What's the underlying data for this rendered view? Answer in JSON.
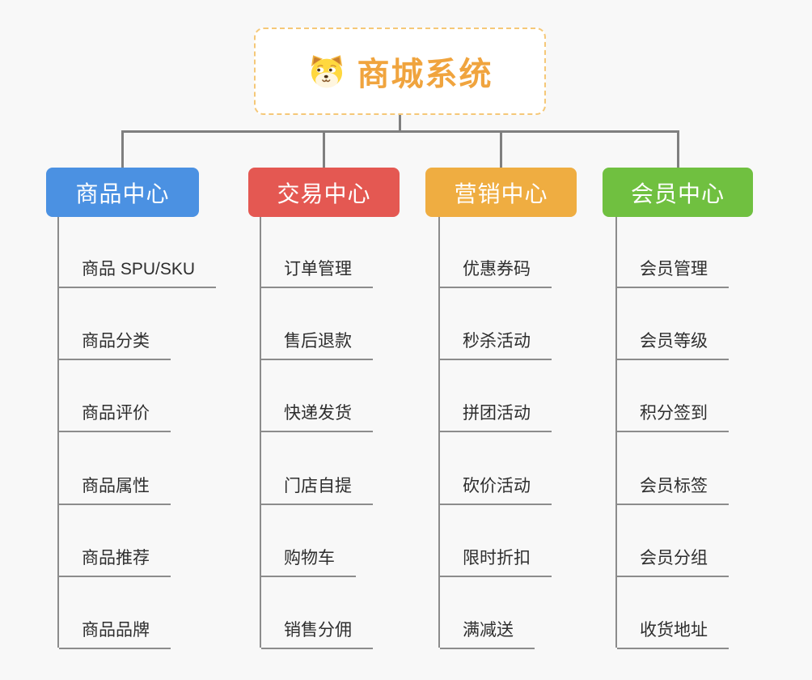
{
  "canvas": {
    "background": "#f8f8f8"
  },
  "root": {
    "title": "商城系统",
    "title_color": "#f0a43e",
    "border_color": "#f5c878",
    "icon": "dog-icon"
  },
  "connector_color": "#7f7f7f",
  "branches": [
    {
      "label": "商品中心",
      "color": "#4b91e2",
      "items": [
        "商品 SPU/SKU",
        "商品分类",
        "商品评价",
        "商品属性",
        "商品推荐",
        "商品品牌"
      ]
    },
    {
      "label": "交易中心",
      "color": "#e45852",
      "items": [
        "订单管理",
        "售后退款",
        "快递发货",
        "门店自提",
        "购物车",
        "销售分佣"
      ]
    },
    {
      "label": "营销中心",
      "color": "#efad41",
      "items": [
        "优惠券码",
        "秒杀活动",
        "拼团活动",
        "砍价活动",
        "限时折扣",
        "满减送"
      ]
    },
    {
      "label": "会员中心",
      "color": "#70c040",
      "items": [
        "会员管理",
        "会员等级",
        "积分签到",
        "会员标签",
        "会员分组",
        "收货地址"
      ]
    }
  ]
}
